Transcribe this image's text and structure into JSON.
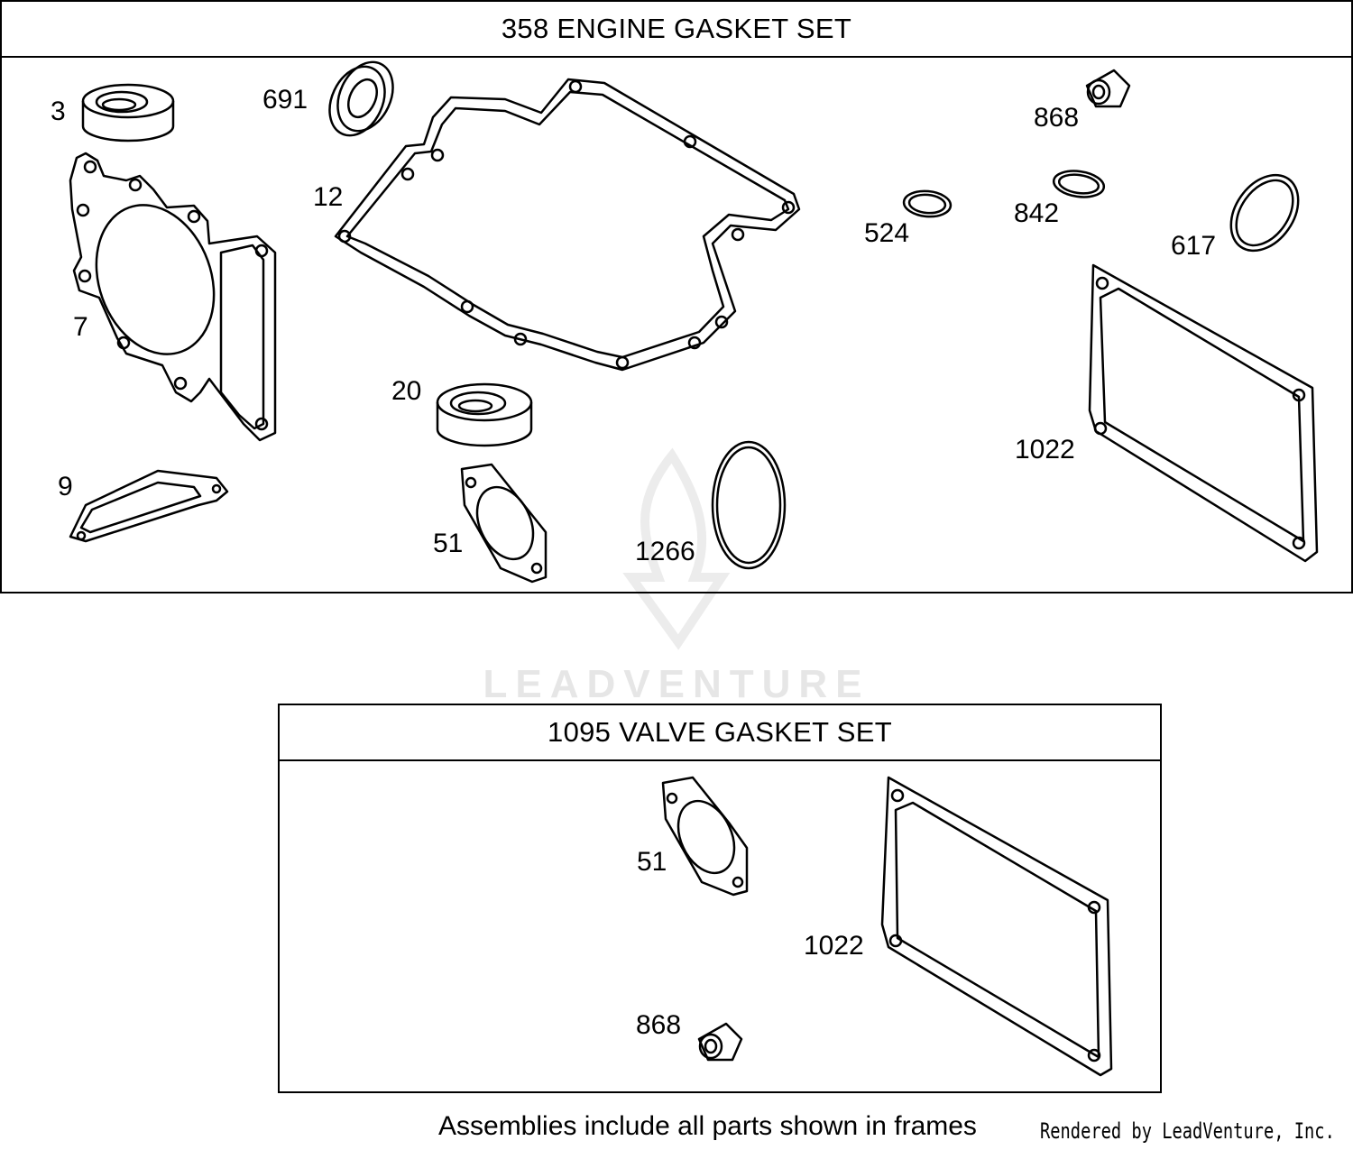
{
  "engine_set": {
    "title": "358 ENGINE GASKET SET",
    "labels": {
      "p3": "3",
      "p691": "691",
      "p12": "12",
      "p868": "868",
      "p842": "842",
      "p524": "524",
      "p617": "617",
      "p7": "7",
      "p20": "20",
      "p1022": "1022",
      "p9": "9",
      "p51": "51",
      "p1266": "1266"
    }
  },
  "valve_set": {
    "title": "1095 VALVE GASKET SET",
    "labels": {
      "p51": "51",
      "p1022": "1022",
      "p868": "868"
    }
  },
  "footer": {
    "note": "Assemblies include all parts shown in frames",
    "rendered_by": "Rendered by LeadVenture, Inc."
  },
  "watermark": {
    "text": "LEADVENTURE"
  },
  "icons": [
    "leadventure-logo-icon"
  ]
}
